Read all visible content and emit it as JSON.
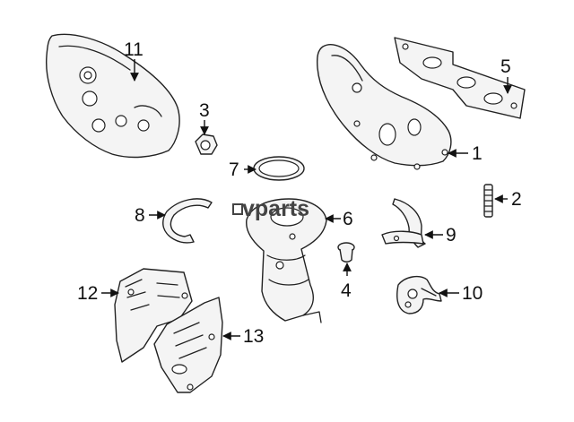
{
  "watermark": "vparts",
  "callouts": [
    {
      "id": "1",
      "label": "1"
    },
    {
      "id": "2",
      "label": "2"
    },
    {
      "id": "3",
      "label": "3"
    },
    {
      "id": "4",
      "label": "4"
    },
    {
      "id": "5",
      "label": "5"
    },
    {
      "id": "6",
      "label": "6"
    },
    {
      "id": "7",
      "label": "7"
    },
    {
      "id": "8",
      "label": "8"
    },
    {
      "id": "9",
      "label": "9"
    },
    {
      "id": "10",
      "label": "10"
    },
    {
      "id": "11",
      "label": "11"
    },
    {
      "id": "12",
      "label": "12"
    },
    {
      "id": "13",
      "label": "13"
    }
  ]
}
